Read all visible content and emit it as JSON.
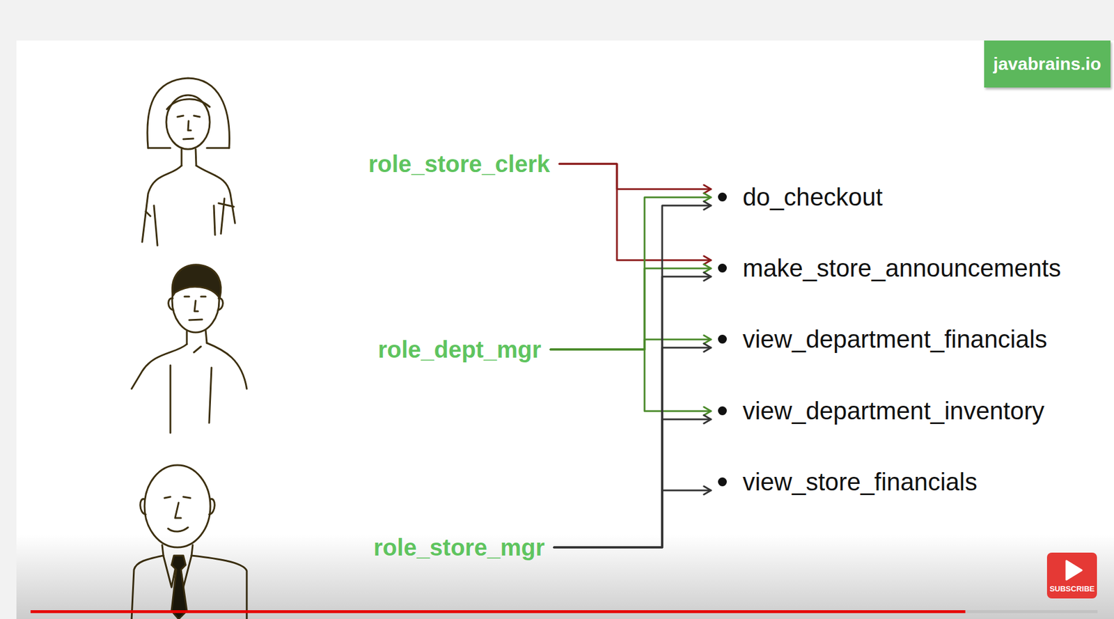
{
  "diagram": {
    "nodes": [
      {
        "text": [
          "javabrains.io"
        ]
      },
      {
        "text": [
          "role_store_clerk"
        ]
      },
      {
        "text": [
          "role_dept_mgr"
        ]
      },
      {
        "text": [
          "role_store_mgr"
        ]
      },
      {
        "text": [
          "do_checkout"
        ]
      },
      {
        "text": [
          "make_store_announcements"
        ]
      },
      {
        "text": [
          "view_department_financials"
        ]
      },
      {
        "text": [
          "view_department_inventory"
        ]
      },
      {
        "text": [
          "view_store_financials"
        ]
      },
      {
        "text": [
          "SUBSCRIBE"
        ]
      }
    ],
    "edges": [
      {
        "from": 1,
        "to": 4,
        "arrow": "to"
      },
      {
        "from": 1,
        "to": 5,
        "arrow": "to"
      },
      {
        "from": 2,
        "to": 4,
        "arrow": "to"
      },
      {
        "from": 2,
        "to": 5,
        "arrow": "to"
      },
      {
        "from": 2,
        "to": 6,
        "arrow": "to"
      },
      {
        "from": 2,
        "to": 7,
        "arrow": "to"
      },
      {
        "from": 3,
        "to": 4,
        "arrow": "to"
      },
      {
        "from": 3,
        "to": 5,
        "arrow": "to"
      },
      {
        "from": 3,
        "to": 6,
        "arrow": "to"
      },
      {
        "from": 3,
        "to": 7,
        "arrow": "to"
      },
      {
        "from": 3,
        "to": 8,
        "arrow": "to"
      }
    ]
  }
}
